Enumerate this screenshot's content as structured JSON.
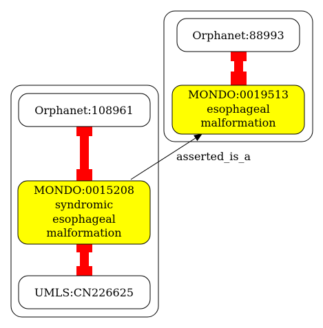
{
  "diagram": {
    "clusters": [
      {
        "nodes": {
          "top": "Orphanet:108961",
          "main": [
            "MONDO:0015208",
            "syndromic",
            "esophageal",
            "malformation"
          ],
          "bottom": "UMLS:CN226625"
        }
      },
      {
        "nodes": {
          "top": "Orphanet:88993",
          "main": [
            "MONDO:0019513",
            "esophageal",
            "malformation"
          ]
        }
      }
    ],
    "edge_label": "asserted_is_a",
    "colors": {
      "highlight_fill": "#ffff00",
      "equivalence_edge": "#ff0000",
      "stroke": "#000000",
      "background": "#ffffff"
    }
  }
}
